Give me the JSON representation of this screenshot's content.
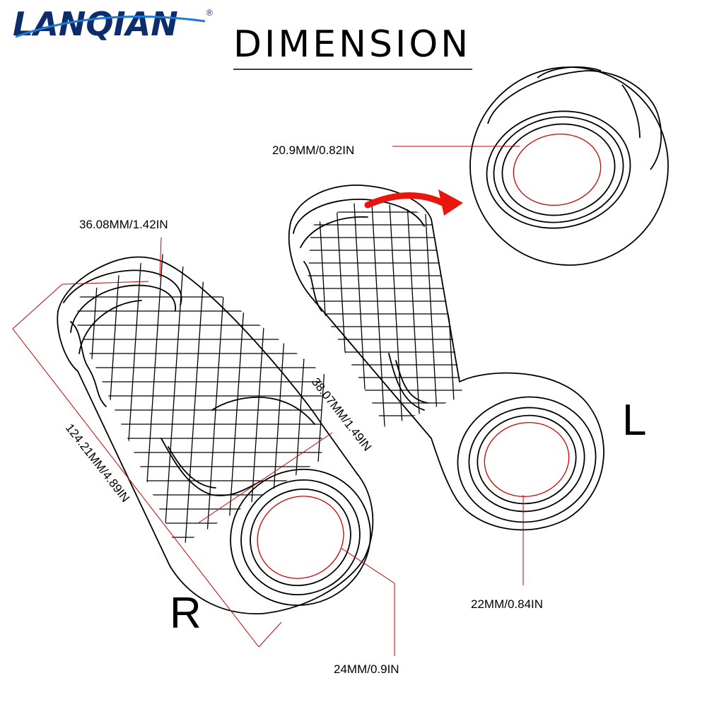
{
  "brand": {
    "name": "LANQIAN",
    "registered_mark": "®"
  },
  "title": "DIMENSION",
  "colors": {
    "line": "#000000",
    "measure": "#cc0000",
    "arrow": "#e8160c",
    "brand": "#0d2c6b",
    "brand_swoosh": "#1f7ad6"
  },
  "icons": {
    "transfer_arrow": "curved-arrow-icon"
  },
  "labels": {
    "top_outer_diameter": "36.08MM/1.42IN",
    "inner_diameter_detail": "20.9MM/0.82IN",
    "length": "124.21MM/4.89IN",
    "bottom_outer_diameter": "38.07MM/1.49IN",
    "r_inner_diameter": "24MM/0.9IN",
    "l_inner_diameter": "22MM/0.84IN"
  },
  "sides": {
    "right": "R",
    "left": "L"
  }
}
